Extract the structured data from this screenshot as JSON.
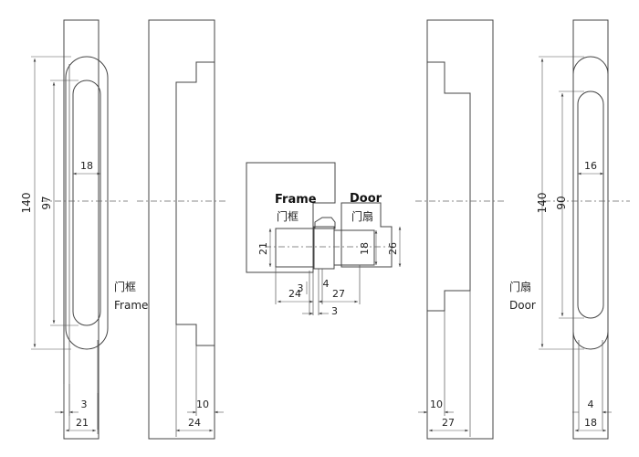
{
  "frame_drawing": {
    "dim_height": "140",
    "dim_slot_length": "97",
    "dim_slot_width": "18",
    "dim_offset": "3",
    "dim_width": "21",
    "label_cn": "门框",
    "label_en": "Frame"
  },
  "frame_side": {
    "dim_step": "10",
    "dim_depth": "24"
  },
  "section": {
    "frame_en": "Frame",
    "frame_cn": "门框",
    "door_en": "Door",
    "door_cn": "门扇",
    "dim_body_frame": "21",
    "dim_body_door": "18",
    "dim_door_leaf": "26",
    "dim_gap_frame": "3",
    "dim_gap_door": "4",
    "dim_frame_depth": "24",
    "dim_door_depth": "27",
    "dim_center": "3"
  },
  "door_side": {
    "dim_step": "10",
    "dim_depth": "27"
  },
  "door_drawing": {
    "dim_height": "140",
    "dim_slot_length": "90",
    "dim_slot_width": "16",
    "dim_offset": "4",
    "dim_width": "18",
    "label_cn": "门扇",
    "label_en": "Door"
  }
}
